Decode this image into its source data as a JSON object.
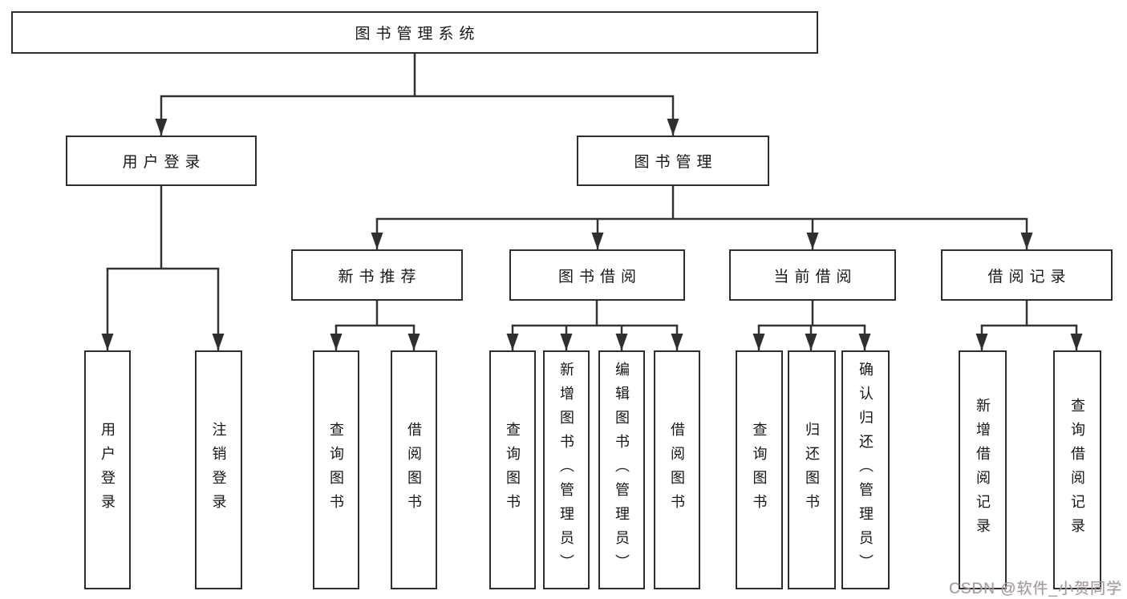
{
  "diagram": {
    "root": {
      "label": "图书管理系统"
    },
    "level2": [
      {
        "id": "user-login",
        "label": "用户登录"
      },
      {
        "id": "book-management",
        "label": "图书管理"
      }
    ],
    "level3": [
      {
        "id": "new-book-recommendation",
        "parent": "book-management",
        "label": "新书推荐"
      },
      {
        "id": "book-borrowing",
        "parent": "book-management",
        "label": "图书借阅"
      },
      {
        "id": "current-borrowing",
        "parent": "book-management",
        "label": "当前借阅"
      },
      {
        "id": "borrowing-records",
        "parent": "book-management",
        "label": "借阅记录"
      }
    ],
    "leaves": [
      {
        "parent": "user-login",
        "label": "用户登录"
      },
      {
        "parent": "user-login",
        "label": "注销登录"
      },
      {
        "parent": "new-book-recommendation",
        "label": "查询图书"
      },
      {
        "parent": "new-book-recommendation",
        "label": "借阅图书"
      },
      {
        "parent": "book-borrowing",
        "label": "查询图书"
      },
      {
        "parent": "book-borrowing",
        "label": "新增图书（管理员）"
      },
      {
        "parent": "book-borrowing",
        "label": "编辑图书（管理员）"
      },
      {
        "parent": "book-borrowing",
        "label": "借阅图书"
      },
      {
        "parent": "current-borrowing",
        "label": "查询图书"
      },
      {
        "parent": "current-borrowing",
        "label": "归还图书"
      },
      {
        "parent": "current-borrowing",
        "label": "确认归还（管理员）"
      },
      {
        "parent": "borrowing-records",
        "label": "新增借阅记录"
      },
      {
        "parent": "borrowing-records",
        "label": "查询借阅记录"
      }
    ]
  },
  "watermark": {
    "text": "CSDN @软件_小贺同学"
  },
  "colors": {
    "line": "#333333",
    "box_border": "#2e2e2e",
    "text": "#171717",
    "watermark": "#9c9c9c",
    "background": "#ffffff"
  }
}
